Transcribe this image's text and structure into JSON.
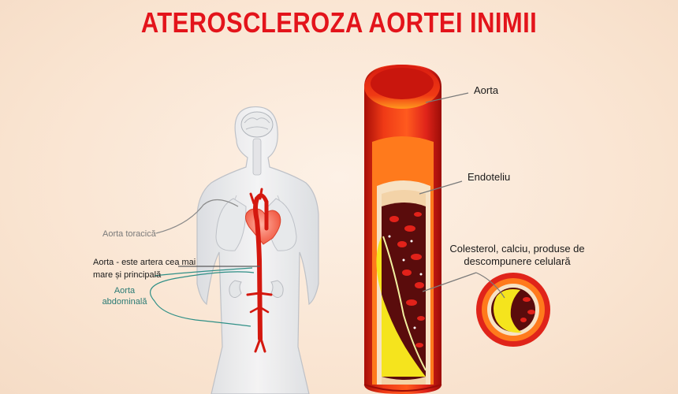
{
  "title": "ATEROSCLEROZA AORTEI INIMII",
  "labels": {
    "aorta_toracica": "Aorta toracică",
    "aorta_main_line1": "Aorta - este artera cea mai",
    "aorta_main_line2": "mare și principală",
    "aorta_abd_line1": "Aorta",
    "aorta_abd_line2": "abdominală",
    "aorta": "Aorta",
    "endoteliu": "Endoteliu",
    "plaque_line1": "Colesterol, calciu, produse de",
    "plaque_line2": "descompunere celulară"
  },
  "colors": {
    "title": "#e3141b",
    "vessel_wall": "#e0241a",
    "vessel_outer": "#b3110c",
    "endothelium": "#f7e2c4",
    "blood": "#5a0c0c",
    "plaque": "#f5e41d",
    "leader_gray": "#8a8a8a",
    "leader_teal": "#2e8f86"
  }
}
